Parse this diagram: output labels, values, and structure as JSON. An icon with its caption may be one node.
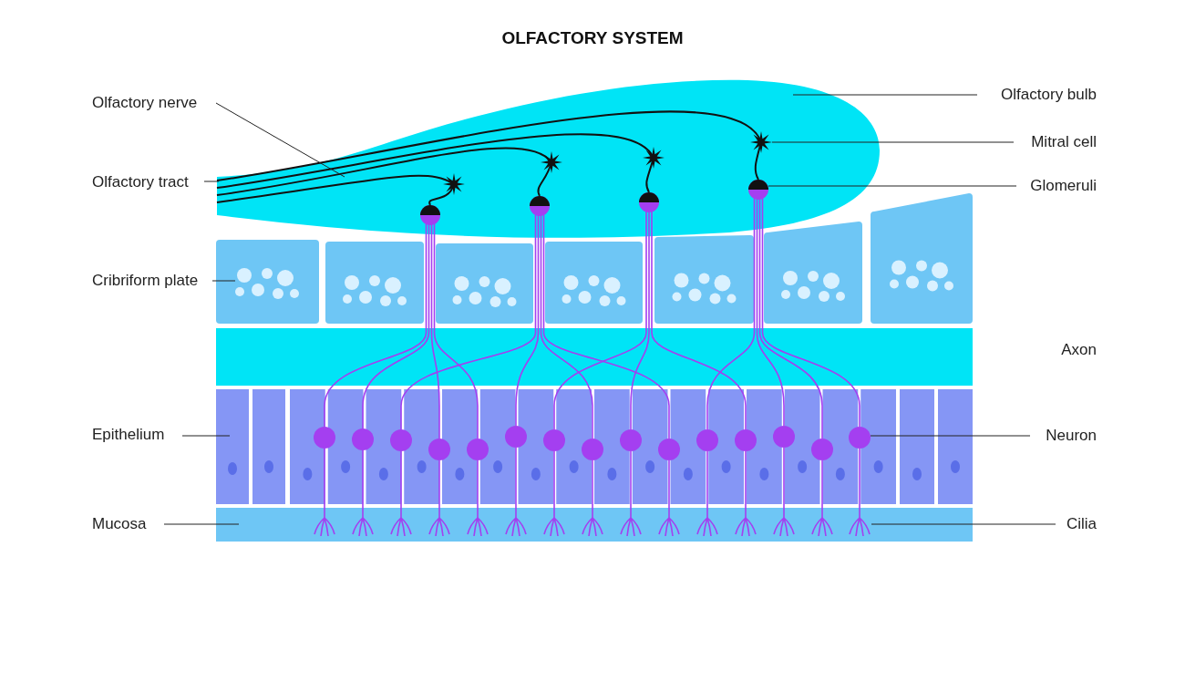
{
  "diagram": {
    "title": "OLFACTORY SYSTEM",
    "nodes": [
      {
        "text": [
          "Olfactory nerve"
        ]
      },
      {
        "text": [
          "Olfactory tract"
        ]
      },
      {
        "text": [
          "Cribriform plate"
        ]
      },
      {
        "text": [
          "Epithelium"
        ]
      },
      {
        "text": [
          "Mucosa"
        ]
      },
      {
        "text": [
          "Olfactory bulb"
        ]
      },
      {
        "text": [
          "Mitral cell"
        ]
      },
      {
        "text": [
          "Glomeruli"
        ]
      },
      {
        "text": [
          "Neuron"
        ]
      },
      {
        "text": [
          "Cilia"
        ]
      },
      {
        "text": [],
        "shape": "picture"
      },
      {
        "text": [],
        "shape": "picture",
        "in": 10
      },
      {
        "text": [],
        "shape": "box"
      },
      {
        "text": [],
        "shape": "box"
      },
      {
        "text": [],
        "shape": "bar"
      },
      {
        "text": [],
        "shape": "picture",
        "in": 10
      },
      {
        "text": [],
        "shape": "circle",
        "in": 10
      },
      {
        "text": [],
        "shape": "circle"
      },
      {
        "text": [],
        "shape": "picture",
        "in": 14
      },
      {
        "text": [],
        "shape": "bar"
      }
    ],
    "edges": [
      {
        "from": 0,
        "to": 11,
        "arrow": "none"
      },
      {
        "from": 1,
        "to": 11,
        "arrow": "none"
      },
      {
        "from": 2,
        "to": 12,
        "arrow": "none"
      },
      {
        "from": 3,
        "to": 13,
        "arrow": "none"
      },
      {
        "from": 4,
        "to": 14,
        "arrow": "none"
      },
      {
        "from": 5,
        "to": 10,
        "arrow": "none"
      },
      {
        "from": 6,
        "to": 15,
        "arrow": "none"
      },
      {
        "from": 7,
        "to": 16,
        "arrow": "none"
      },
      {
        "from": 8,
        "to": 17,
        "arrow": "none"
      },
      {
        "from": 9,
        "to": 18,
        "arrow": "none"
      }
    ],
    "labels": [
      "Axon"
    ]
  }
}
